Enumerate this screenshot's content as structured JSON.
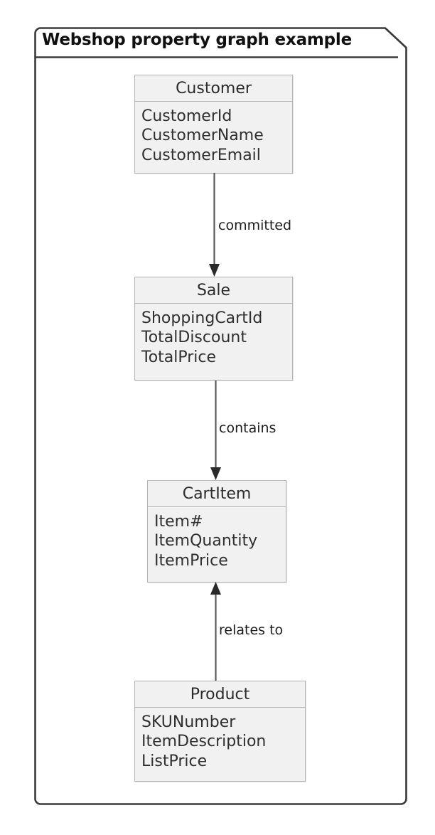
{
  "diagram": {
    "type": "uml-class-package",
    "title": "Webshop property graph example",
    "background_color": "#ffffff",
    "frame_border_color": "#3a3a3a",
    "entity_fill_color": "#f1f1f1",
    "entity_border_color": "#b4b4b4",
    "edge_color": "#5a5a5a",
    "entities": [
      {
        "id": "customer",
        "name": "Customer",
        "attributes": [
          "CustomerId",
          "CustomerName",
          "CustomerEmail"
        ]
      },
      {
        "id": "sale",
        "name": "Sale",
        "attributes": [
          "ShoppingCartId",
          "TotalDiscount",
          "TotalPrice"
        ]
      },
      {
        "id": "cartitem",
        "name": "CartItem",
        "attributes": [
          "Item#",
          "ItemQuantity",
          "ItemPrice"
        ]
      },
      {
        "id": "product",
        "name": "Product",
        "attributes": [
          "SKUNumber",
          "ItemDescription",
          "ListPrice"
        ]
      }
    ],
    "edges": [
      {
        "id": "customer-sale",
        "label": "committed",
        "from": "Customer",
        "to": "Sale",
        "direction": "down"
      },
      {
        "id": "sale-cartitem",
        "label": "contains",
        "from": "Sale",
        "to": "CartItem",
        "direction": "down"
      },
      {
        "id": "product-cartitem",
        "label": "relates to",
        "from": "Product",
        "to": "CartItem",
        "direction": "up"
      }
    ]
  }
}
